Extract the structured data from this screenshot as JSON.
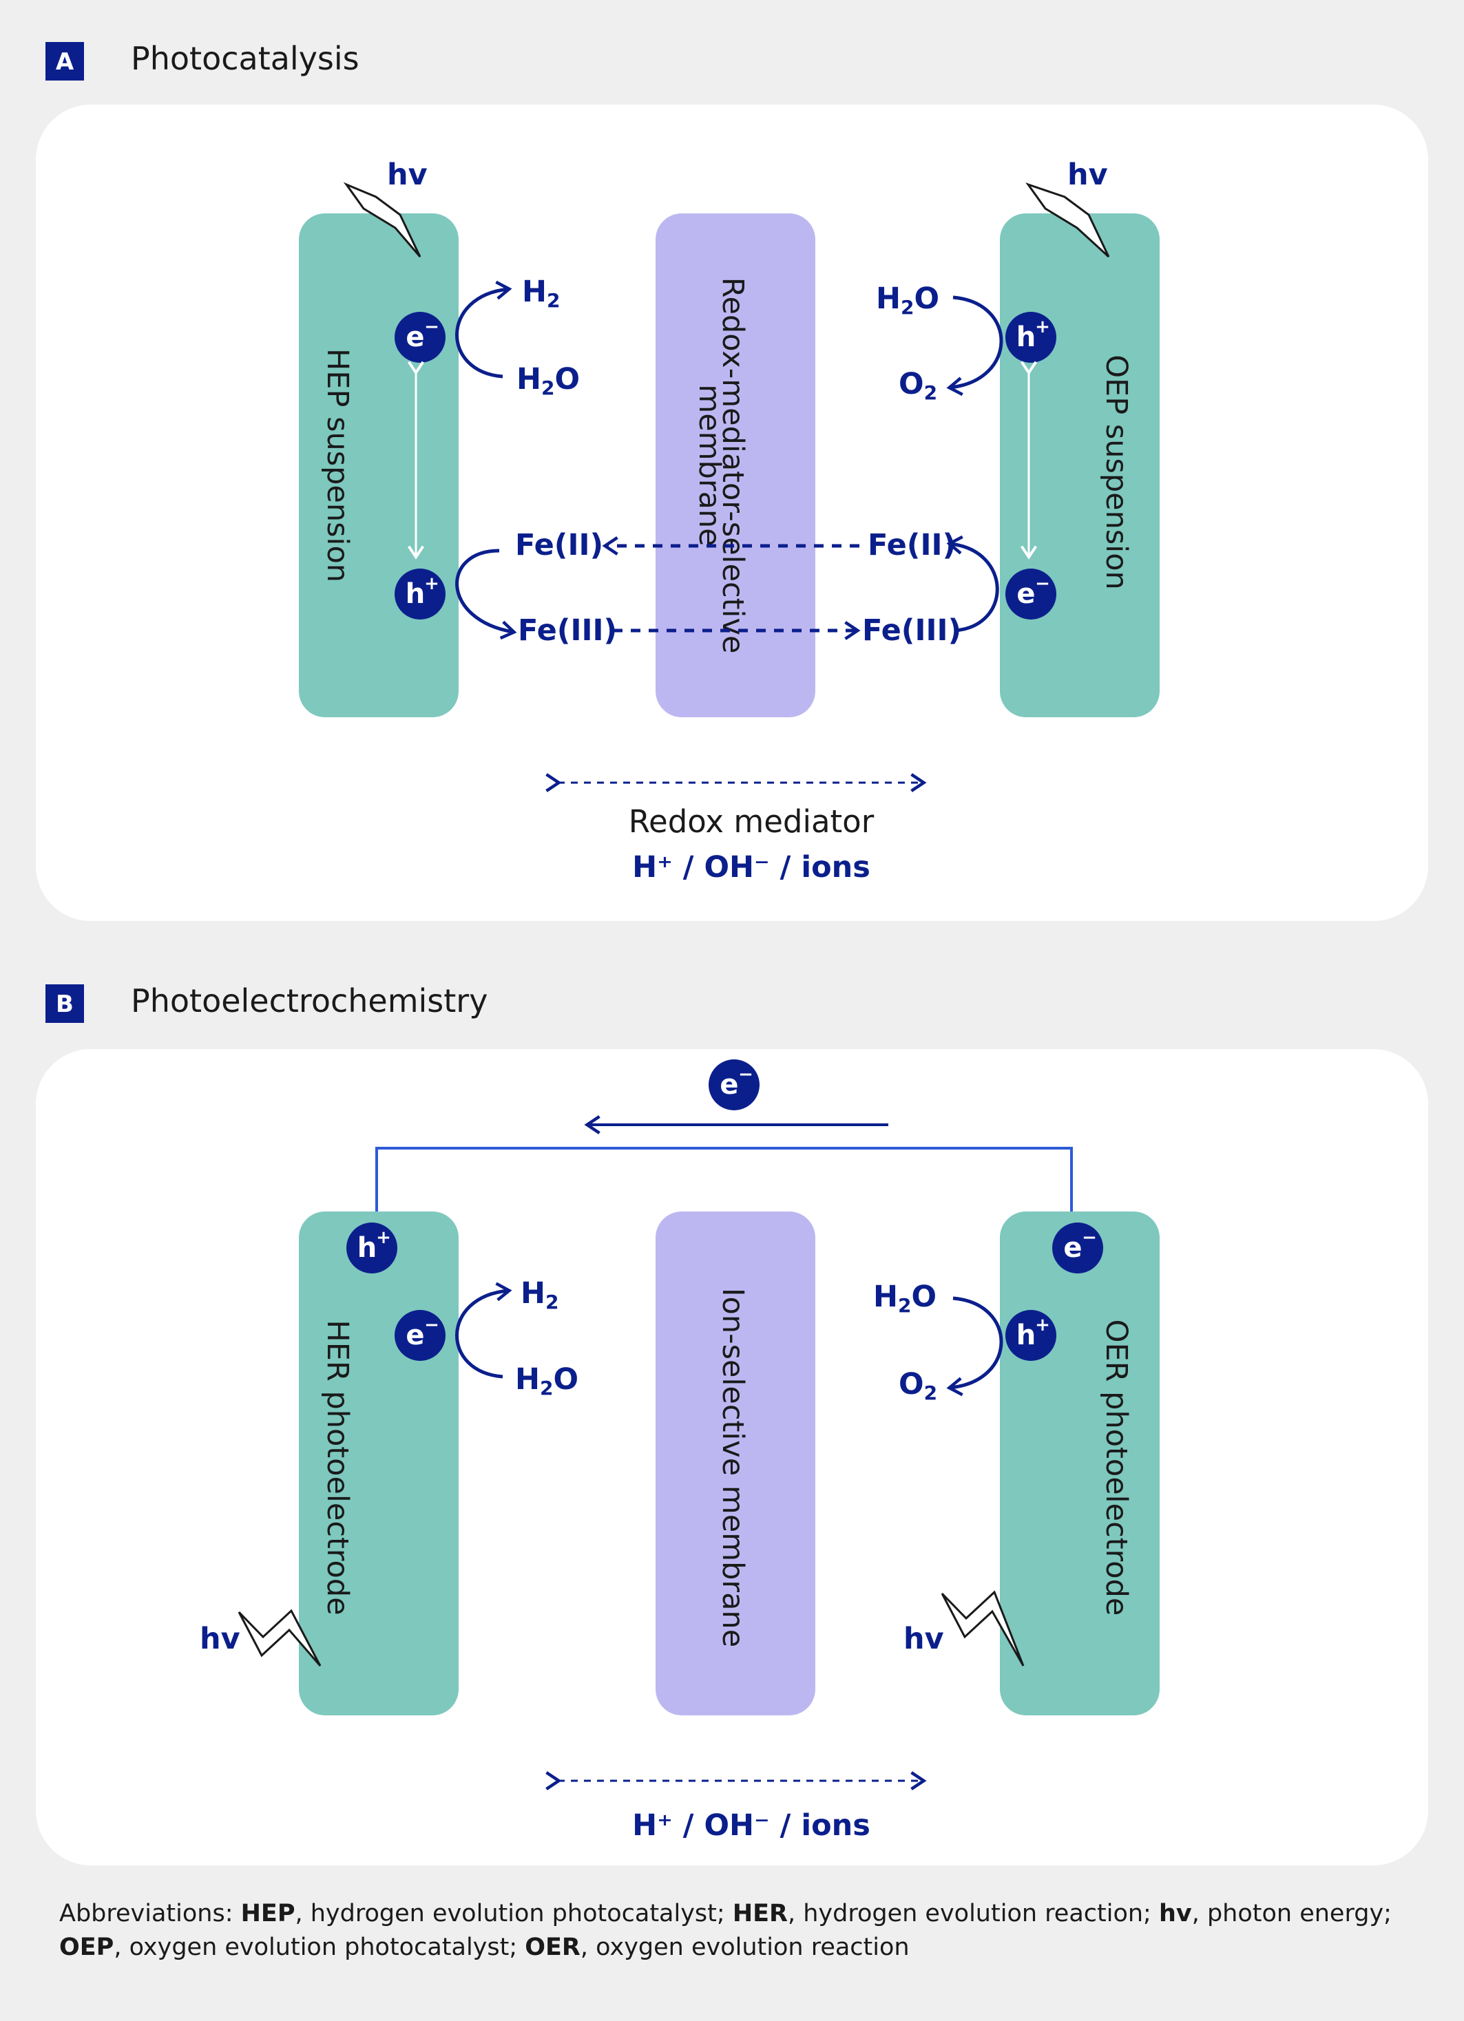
{
  "colors": {
    "background": "#efefef",
    "panel": "#ffffff",
    "navy": "#0b1f8c",
    "wire": "#2d5bd6",
    "teal": "#7ec8be",
    "lavender": "#bdb7f1"
  },
  "panelA": {
    "letter": "A",
    "title": "Photocatalysis",
    "left_block_label": "HEP suspension",
    "right_block_label": "OEP suspension",
    "membrane_line1": "Redox-mediator-selective",
    "membrane_line2": "membrane",
    "hv": "hv",
    "electron": "e",
    "hole": "h",
    "minus": "−",
    "plus": "+",
    "h2": "H",
    "h2o": "H",
    "o2": "O",
    "sub2": "2",
    "o_letter": "O",
    "fe2": "Fe(II)",
    "fe3": "Fe(III)",
    "redox_mediator": "Redox mediator",
    "ions_line": "H⁺ / OH⁻ / ions"
  },
  "panelB": {
    "letter": "B",
    "title": "Photoelectrochemistry",
    "left_block_label": "HER photoelectrode",
    "right_block_label": "OER photoelectrode",
    "membrane_label": "Ion-selective membrane",
    "hv": "hv",
    "electron": "e",
    "hole": "h",
    "minus": "−",
    "plus": "+",
    "h2": "H",
    "h2o": "H",
    "o2": "O",
    "sub2": "2",
    "o_letter": "O",
    "ions_line": "H⁺ / OH⁻ / ions"
  },
  "footnote": {
    "prefix": "Abbreviations: ",
    "items": [
      {
        "abbr": "HEP",
        "text": ", hydrogen evolution photocatalyst; "
      },
      {
        "abbr": "HER",
        "text": ", hydrogen evolution reaction; "
      },
      {
        "abbr": "hv",
        "text": ", photon energy;"
      },
      {
        "abbr": "OEP",
        "text": ", oxygen evolution photocatalyst; "
      },
      {
        "abbr": "OER",
        "text": ", oxygen evolution reaction"
      }
    ]
  }
}
